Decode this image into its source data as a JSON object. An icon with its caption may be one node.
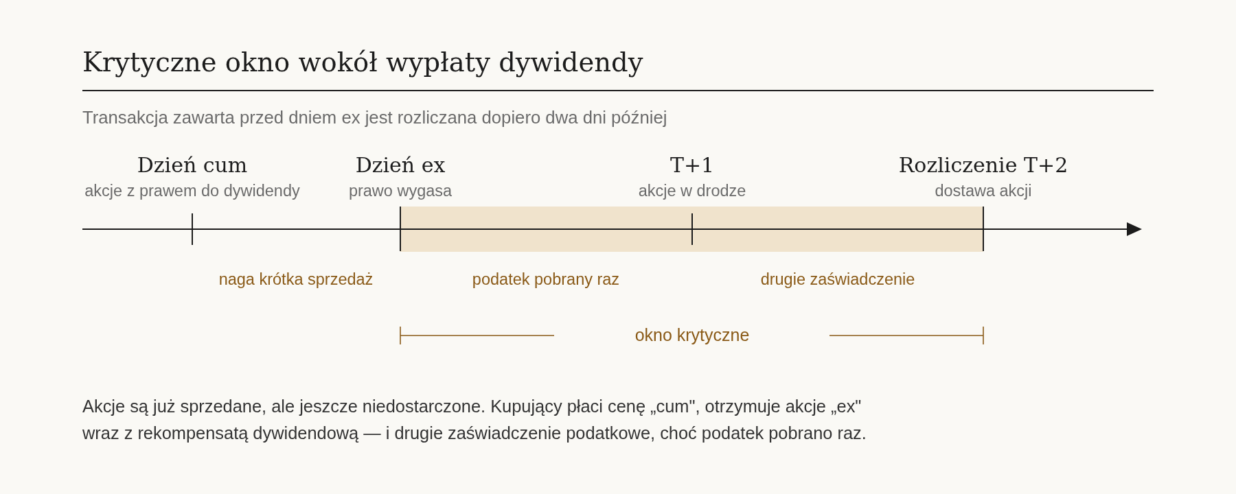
{
  "diagram": {
    "title": "Krytyczne okno wokół wypłaty dywidendy",
    "caption": "Akcje są już sprzedane, ale jeszcze niedostarczone. Kupujący płaci cenę „cum\", otrzymuje akcje „ex\" wraz z rekompensatą dywidendową — i drugie zaświadczenie podatkowe, choć podatek pobrano raz.",
    "labels": [
      "Transakcja zawarta przed dniem ex jest rozliczana dopiero dwa dni później",
      "Dzień cum",
      "akcje z prawem do dywidendy",
      "Dzień ex",
      "prawo wygasa",
      "T+1",
      "akcje w drodze",
      "Rozliczenie T+2",
      "dostawa akcji",
      "naga krótka sprzedaż",
      "podatek pobrany raz",
      "drugie zaświadczenie",
      "okno krytyczne"
    ]
  }
}
